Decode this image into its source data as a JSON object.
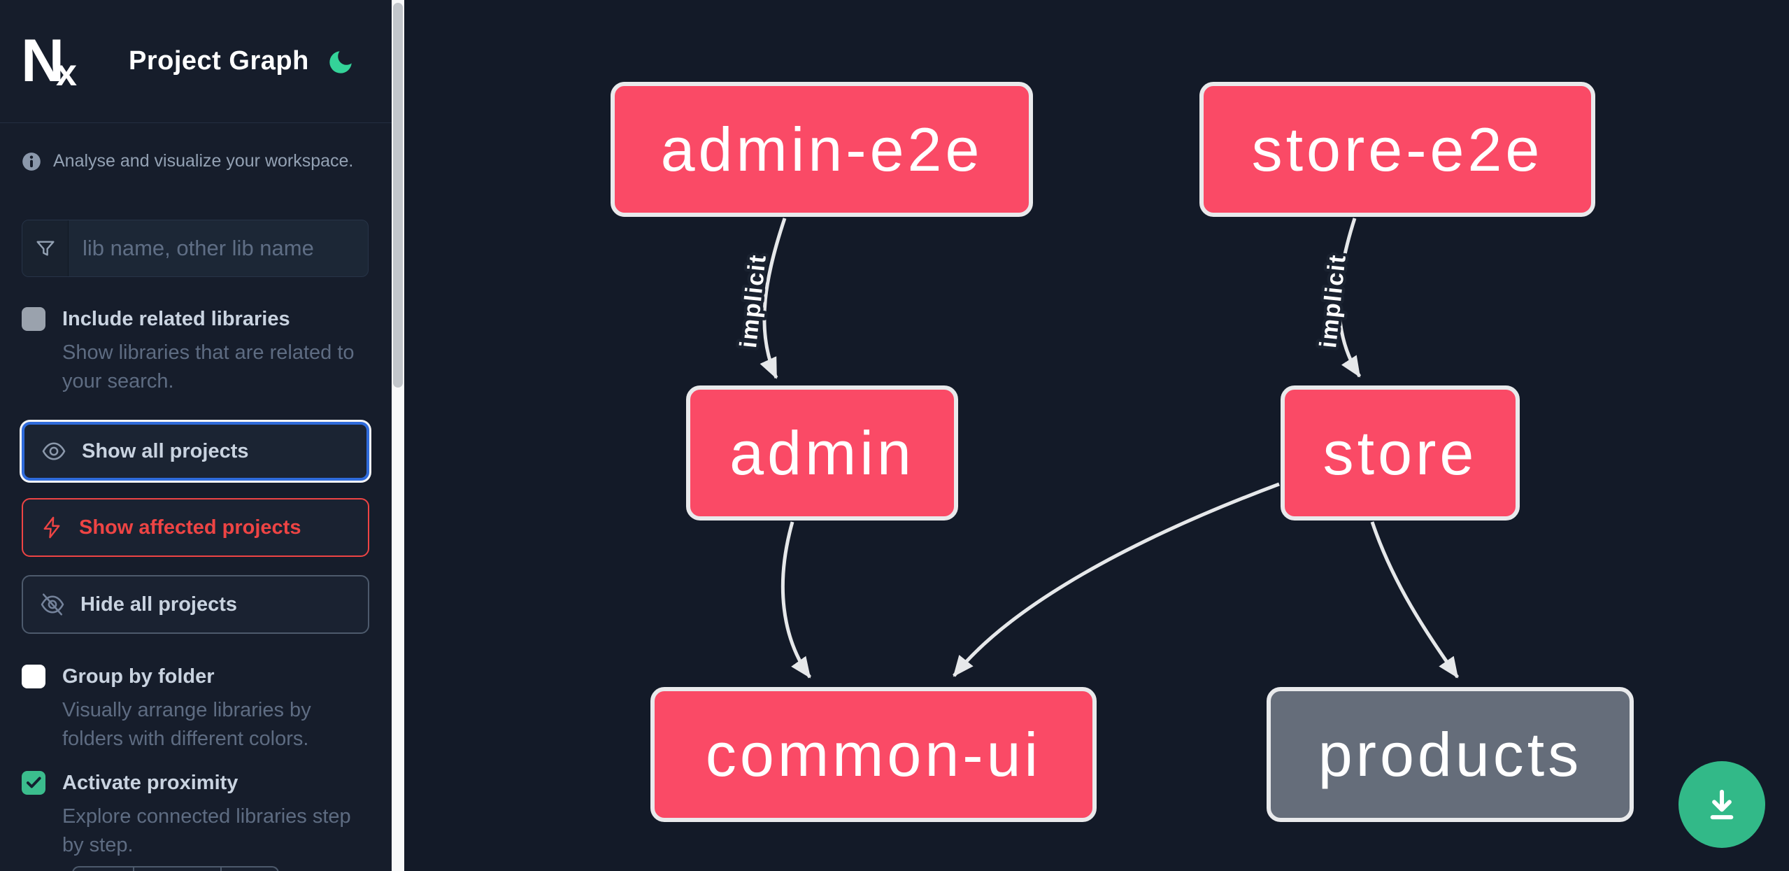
{
  "header": {
    "app_name": "Nx",
    "title": "Project Graph"
  },
  "sidebar": {
    "tagline": "Analyse and visualize your workspace.",
    "search": {
      "placeholder": "lib name, other lib name"
    },
    "include_related": {
      "label": "Include related libraries",
      "description": "Show libraries that are related to your search.",
      "checked": false,
      "disabled": true
    },
    "actions": [
      {
        "label": "Show all projects",
        "icon": "eye-icon",
        "state": "focused"
      },
      {
        "label": "Show affected projects",
        "icon": "bolt-icon",
        "state": "danger"
      },
      {
        "label": "Hide all projects",
        "icon": "eye-off-icon",
        "state": "default"
      }
    ],
    "group_by_folder": {
      "label": "Group by folder",
      "description": "Visually arrange libraries by folders with different colors.",
      "checked": false
    },
    "activate_proximity": {
      "label": "Activate proximity",
      "description": "Explore connected libraries step by step.",
      "checked": true
    }
  },
  "graph": {
    "nodes": [
      {
        "id": "admin-e2e",
        "label": "admin-e2e",
        "color": "#fa4a66"
      },
      {
        "id": "store-e2e",
        "label": "store-e2e",
        "color": "#fa4a66"
      },
      {
        "id": "admin",
        "label": "admin",
        "color": "#fa4a66"
      },
      {
        "id": "store",
        "label": "store",
        "color": "#fa4a66"
      },
      {
        "id": "common-ui",
        "label": "common-ui",
        "color": "#fa4a66"
      },
      {
        "id": "products",
        "label": "products",
        "color": "#656d7a"
      }
    ],
    "edges": [
      {
        "source": "admin-e2e",
        "target": "admin",
        "label": "implicit"
      },
      {
        "source": "store-e2e",
        "target": "store",
        "label": "implicit"
      },
      {
        "source": "admin",
        "target": "common-ui",
        "label": ""
      },
      {
        "source": "store",
        "target": "common-ui",
        "label": ""
      },
      {
        "source": "store",
        "target": "products",
        "label": ""
      }
    ]
  },
  "fab": {
    "icon": "download-icon",
    "color": "#32b988"
  },
  "colors": {
    "canvas_bg": "#131a28",
    "sidebar_bg": "#161d2b",
    "node_border": "#e9eaec",
    "edge": "#e6e8ea",
    "accent_focus": "#2f6bdb",
    "danger": "#ee4444",
    "check_green": "#3bbd8d",
    "moon_green": "#34d399"
  }
}
